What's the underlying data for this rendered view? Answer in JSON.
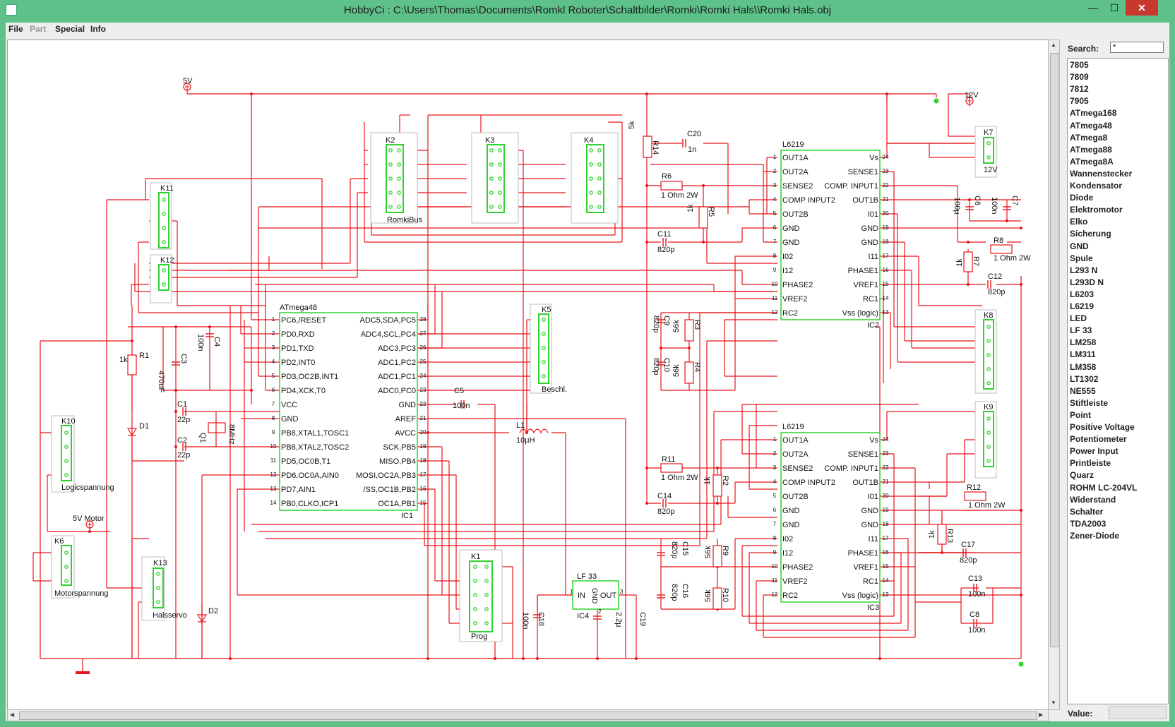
{
  "window": {
    "title": "HobbyCi : C:\\Users\\Thomas\\Documents\\Romkl Roboter\\Schaltbilder\\Romki\\Romki Hals\\\\Romki Hals.obj",
    "minimize": "—",
    "maximize": "☐",
    "close": "✕"
  },
  "menu": {
    "file": "File",
    "part": "Part",
    "special": "Special",
    "info": "Info"
  },
  "colors": {
    "wire": "#e8141b",
    "component": "#2fd32f",
    "label": "#111111"
  },
  "panel": {
    "search_label": "Search:",
    "search_value": "*",
    "value_label": "Value:",
    "parts": [
      "7805",
      "7809",
      "7812",
      "7905",
      "ATmega168",
      "ATmega48",
      "ATmega8",
      "ATmega88",
      "ATmega8A",
      "Wannenstecker",
      "Kondensator",
      "Diode",
      "Elektromotor",
      "Elko",
      "Sicherung",
      "GND",
      "Spule",
      "L293 N",
      "L293D N",
      "L6203",
      "L6219",
      "LED",
      "LF 33",
      "LM258",
      "LM311",
      "LM358",
      "LT1302",
      "NE555",
      "Stiftleiste",
      "Point",
      "Positive Voltage",
      "Potentiometer",
      "Power Input",
      "Printleiste",
      "Quarz",
      "ROHM LC-204VL",
      "Widerstand",
      "Schalter",
      "TDA2003",
      "Zener-Diode"
    ]
  },
  "schematic": {
    "rails": {
      "v5": "5V",
      "v12": "12V",
      "v5_motor": "5V Motor"
    },
    "connectors": {
      "k2": "K2",
      "k3": "K3",
      "k4": "K4",
      "romkibus": "RomkiBus",
      "k11": "K11",
      "k12": "K12",
      "k10": "K10",
      "logic": "Logicspannung",
      "k6": "K6",
      "motor": "Motorspannung",
      "k13": "K13",
      "servo": "Halsservo",
      "k5": "K5",
      "beschl": "Beschl.",
      "k1": "K1",
      "prog": "Prog",
      "k7": "K7",
      "k7v": "12V",
      "k8": "K8",
      "k9": "K9"
    },
    "ic1": {
      "name": "ATmega48",
      "ref": "IC1",
      "left_pins": [
        "PC6,/RESET",
        "PD0,RXD",
        "PD1,TXD",
        "PD2,INT0",
        "PD3,OC2B,INT1",
        "PD4,XCK,T0",
        "VCC",
        "GND",
        "PB8,XTAL1,TOSC1",
        "PB8,XTAL2,TOSC2",
        "PD5,OC0B,T1",
        "PD6,OC0A,AIN0",
        "PD7,AIN1",
        "PB0,CLKO,ICP1"
      ],
      "left_nums": [
        "1",
        "2",
        "3",
        "4",
        "5",
        "6",
        "7",
        "8",
        "9",
        "10",
        "11",
        "12",
        "13",
        "14"
      ],
      "right_pins": [
        "ADC5,SDA,PC5",
        "ADC4,SCL,PC4",
        "ADC3,PC3",
        "ADC1,PC2",
        "ADC1,PC1",
        "ADC0,PC0",
        "GND",
        "AREF",
        "AVCC",
        "SCK,PB5",
        "MISO,PB4",
        "MOSI,OC2A,PB3",
        "/SS,OC1B,PB2",
        "OC1A,PB1"
      ],
      "right_nums": [
        "28",
        "27",
        "26",
        "25",
        "24",
        "23",
        "22",
        "21",
        "20",
        "19",
        "18",
        "17",
        "16",
        "15"
      ]
    },
    "l6219": {
      "name": "L6219",
      "ref2": "IC2",
      "ref3": "IC3",
      "left_pins": [
        "OUT1A",
        "OUT2A",
        "SENSE2",
        "COMP INPUT2",
        "OUT2B",
        "GND",
        "GND",
        "I02",
        "I12",
        "PHASE2",
        "VREF2",
        "RC2"
      ],
      "left_nums": [
        "1",
        "2",
        "3",
        "4",
        "5",
        "6",
        "7",
        "8",
        "9",
        "10",
        "11",
        "12"
      ],
      "right_pins": [
        "Vs",
        "SENSE1",
        "COMP. INPUT1",
        "OUT1B",
        "I01",
        "GND",
        "GND",
        "I11",
        "PHASE1",
        "VREF1",
        "RC1",
        "Vss (logic)"
      ],
      "right_nums": [
        "24",
        "23",
        "22",
        "21",
        "20",
        "19",
        "18",
        "17",
        "16",
        "15",
        "14",
        "13"
      ]
    },
    "reg": {
      "name": "LF 33",
      "ref": "IC4",
      "in": "IN",
      "gnd": "GND",
      "out": "OUT",
      "n1": "1",
      "n2": "2",
      "n3": "3"
    },
    "parts": {
      "r1": "R1",
      "r1v": "1k",
      "d1": "D1",
      "d2": "D2",
      "c3": "C3",
      "c3v": "470uF",
      "c4": "C4",
      "c4v": "100n",
      "c1": "C1",
      "c1v": "22p",
      "c2": "C2",
      "c2v": "22p",
      "q1": "Q1",
      "q1v": "8MHz",
      "c5": "C5",
      "c5v": "100n",
      "l1": "L1",
      "l1v": "10µH",
      "c18": "C18",
      "c18v": "100n",
      "c19": "C19",
      "c19v": "2.2µ",
      "r14": "R14",
      "r14v": "5k",
      "c20": "C20",
      "c20v": "1n",
      "r6": "R6",
      "r6v": "1 Ohm 2W",
      "r5": "R5",
      "r5v": "1k",
      "c11": "C11",
      "c11v": "820p",
      "c9": "C9",
      "c9v": "820p",
      "r3": "R3",
      "r3v": "56k",
      "c10": "C10",
      "c10v": "820p",
      "r4": "R4",
      "r4v": "56k",
      "c6": "C6",
      "c6v": "100µ",
      "c7": "C7",
      "c7v": "100n",
      "r8": "R8",
      "r8v": "1 Ohm 2W",
      "r7": "R7",
      "r7v": "1k",
      "c12": "C12",
      "c12v": "820p",
      "r11": "R11",
      "r11v": "1 Ohm 2W",
      "r2": "R2",
      "r2v": "1k",
      "c14": "C14",
      "c14v": "820p",
      "c15": "C15",
      "c15v": "820p",
      "r9": "R9",
      "r9v": "56k",
      "c16": "C16",
      "c16v": "820p",
      "r10": "R10",
      "r10v": "56k",
      "r12": "R12",
      "r12v": "1 Ohm 2W",
      "r13": "R13",
      "r13v": "1k",
      "c17": "C17",
      "c17v": "820p",
      "c13": "C13",
      "c13v": "100n",
      "c8": "C8",
      "c8v": "100n"
    }
  }
}
